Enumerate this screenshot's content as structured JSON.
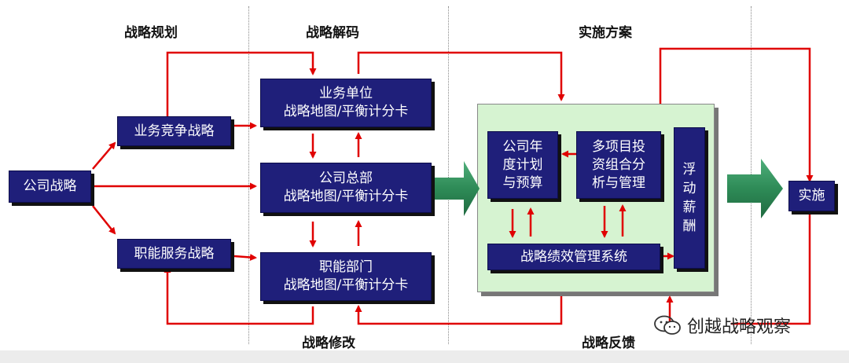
{
  "headers": {
    "planning": "战略规划",
    "decoding": "战略解码",
    "plan": "实施方案",
    "revision": "战略修改",
    "feedback": "战略反馈"
  },
  "boxes": {
    "corporate_strategy": "公司战略",
    "business_competitive": "业务竞争战略",
    "functional_service": "职能服务战略",
    "bu_map": "业务单位\n战略地图/平衡计分卡",
    "hq_map": "公司总部\n战略地图/平衡计分卡",
    "func_map": "职能部门\n战略地图/平衡计分卡",
    "annual_plan": "公司年\n度计划\n与预算",
    "portfolio": "多项目投\n资组合分\n析与管理",
    "floating_pay": "浮\n动\n薪\n酬",
    "perf_system": "战略绩效管理系统",
    "implementation": "实施"
  },
  "watermark": "创越战略观察",
  "colors": {
    "box": "#1f1f7a",
    "arrow_red": "#e00000",
    "panel_green": "#d6f3d1",
    "big_arrow_green": "#2e8b57"
  }
}
